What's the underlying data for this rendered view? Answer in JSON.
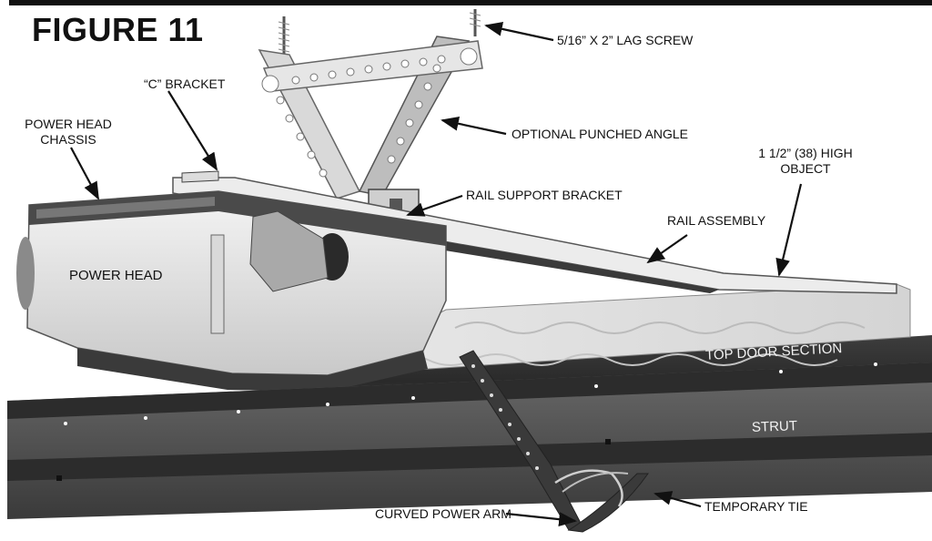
{
  "figure": {
    "title": "FIGURE 11",
    "labels": {
      "lag_screw": "5/16” X 2” LAG SCREW",
      "c_bracket": "“C” BRACKET",
      "chassis_line1": "POWER HEAD",
      "chassis_line2": "CHASSIS",
      "punched_angle": "OPTIONAL PUNCHED ANGLE",
      "high_object_line1": "1 1/2” (38) HIGH",
      "high_object_line2": "OBJECT",
      "rail_support": "RAIL SUPPORT BRACKET",
      "rail_assembly": "RAIL ASSEMBLY",
      "power_head": "POWER  HEAD",
      "top_door": "TOP DOOR SECTION",
      "strut": "STRUT",
      "curved_arm": "CURVED POWER ARM",
      "temp_tie": "TEMPORARY TIE"
    }
  }
}
